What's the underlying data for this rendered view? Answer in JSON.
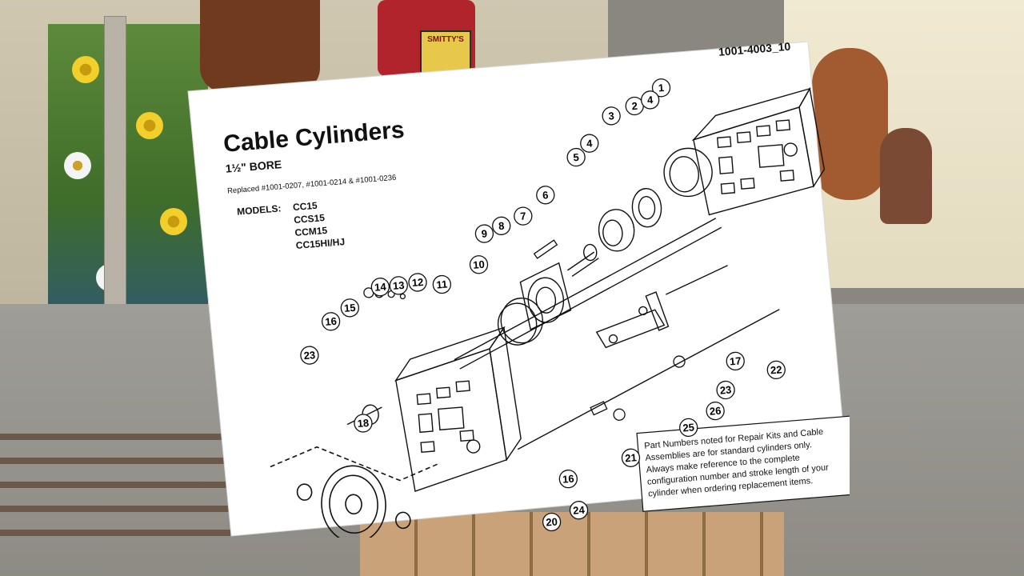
{
  "doc_number": "1001-4003_10",
  "title": "Cable Cylinders",
  "subtitle": "1½\" BORE",
  "replaced": "Replaced #1001-0207, #1001-0214 & #1001-0236",
  "models_label": "MODELS:",
  "models": [
    "CC15",
    "CCS15",
    "CCM15",
    "CC15HI/HJ"
  ],
  "note_lines": [
    "Part Numbers noted for Repair Kits and Cable",
    "Assemblies are for standard cylinders only.",
    "Always make reference to the complete",
    "configuration number and stroke length of your",
    "cylinder when ordering replacement items."
  ],
  "callouts": [
    "1",
    "2",
    "3",
    "4",
    "4",
    "5",
    "6",
    "7",
    "8",
    "9",
    "10",
    "11",
    "12",
    "13",
    "14",
    "15",
    "16",
    "16",
    "17",
    "18",
    "20",
    "21",
    "22",
    "23",
    "23",
    "24",
    "25",
    "26"
  ],
  "background_sign": "SMITTY'S",
  "colors": {
    "paper": "#ffffff",
    "ink": "#111111"
  }
}
